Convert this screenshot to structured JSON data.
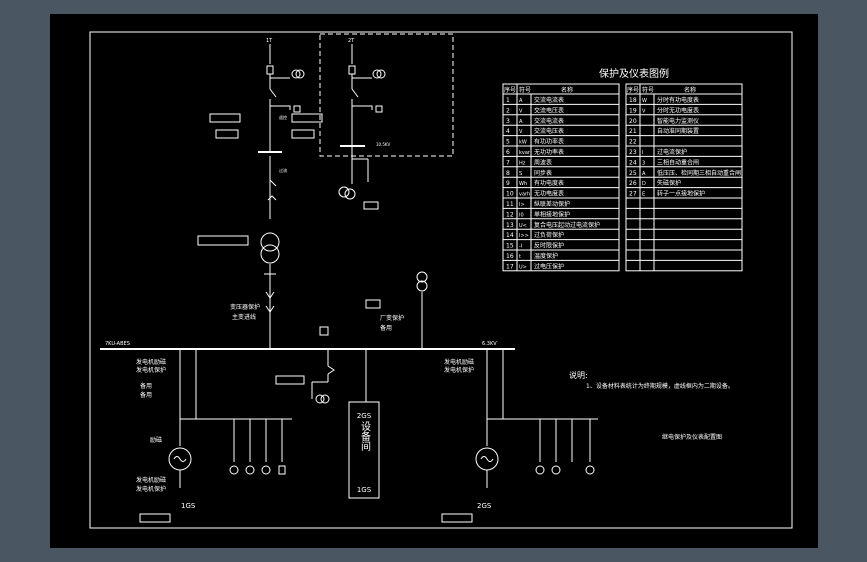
{
  "top_labels": {
    "left_bus": "1T",
    "right_bus": "2T",
    "right_voltage": "10.5KV"
  },
  "bus": {
    "left_label": "7KU-ABES",
    "right_label": "6.3KV"
  },
  "units": {
    "left": "1GS",
    "right": "2GS"
  },
  "panel": {
    "title": "设备间",
    "top": "2GS",
    "bottom": "1GS"
  },
  "annotations": {
    "transformer_protection": "变压器保护",
    "main_incoming": "主变进线",
    "station_protection": "厂变保护",
    "spare": "备用",
    "gen_excite_1": "发电机励磁",
    "gen_excite_2": "发电机保护",
    "spare_a": "备用",
    "spare_b": "备用",
    "excitation": "励磁",
    "gen_bottom_1": "发电机励磁",
    "gen_bottom_2": "发电机保护"
  },
  "legend": {
    "title": "保护及仪表图例",
    "col_no": "序号",
    "col_sym": "符号",
    "col_name": "名称",
    "left": [
      {
        "no": "1",
        "sym": "A",
        "name": "交流电流表"
      },
      {
        "no": "2",
        "sym": "V",
        "name": "交流电压表"
      },
      {
        "no": "3",
        "sym": "A",
        "name": "交流电流表"
      },
      {
        "no": "4",
        "sym": "V",
        "name": "交流电压表"
      },
      {
        "no": "5",
        "sym": "kW",
        "name": "有功功率表"
      },
      {
        "no": "6",
        "sym": "kvar",
        "name": "无功功率表"
      },
      {
        "no": "7",
        "sym": "Hz",
        "name": "周波表"
      },
      {
        "no": "8",
        "sym": "S",
        "name": "同步表"
      },
      {
        "no": "9",
        "sym": "Wh",
        "name": "有功电度表"
      },
      {
        "no": "10",
        "sym": "varh",
        "name": "无功电度表"
      },
      {
        "no": "11",
        "sym": "I>",
        "name": "纵联差动保护"
      },
      {
        "no": "12",
        "sym": "I0",
        "name": "单相接地保护"
      },
      {
        "no": "13",
        "sym": "U<",
        "name": "复合电压起动过电流保护"
      },
      {
        "no": "14",
        "sym": "I>>",
        "name": "过负荷保护"
      },
      {
        "no": "15",
        "sym": "-I",
        "name": "反时限保护"
      },
      {
        "no": "16",
        "sym": "t",
        "name": "温度保护"
      },
      {
        "no": "17",
        "sym": "U>",
        "name": "过电压保护"
      }
    ],
    "right": [
      {
        "no": "18",
        "sym": "W",
        "name": "分时有功电度表"
      },
      {
        "no": "19",
        "sym": "V",
        "name": "分时无功电度表"
      },
      {
        "no": "20",
        "sym": "",
        "name": "智能电力监测仪"
      },
      {
        "no": "21",
        "sym": "",
        "name": "自动准同期装置"
      },
      {
        "no": "22",
        "sym": "",
        "name": ""
      },
      {
        "no": "23",
        "sym": "I",
        "name": "过电流保护"
      },
      {
        "no": "24",
        "sym": "3",
        "name": "三相自动重合闸"
      },
      {
        "no": "25",
        "sym": "A",
        "name": "低压压、检同期三相自动重合闸"
      },
      {
        "no": "26",
        "sym": "D",
        "name": "失磁保护"
      },
      {
        "no": "27",
        "sym": "E",
        "name": "转子一点接地保护"
      },
      {
        "no": "",
        "sym": "",
        "name": ""
      },
      {
        "no": "",
        "sym": "",
        "name": ""
      },
      {
        "no": "",
        "sym": "",
        "name": ""
      },
      {
        "no": "",
        "sym": "",
        "name": ""
      },
      {
        "no": "",
        "sym": "",
        "name": ""
      },
      {
        "no": "",
        "sym": "",
        "name": ""
      },
      {
        "no": "",
        "sym": "",
        "name": ""
      }
    ]
  },
  "notes": {
    "heading": "说明:",
    "line1": "1、设备材料表统计为终期规模，虚线框内为二期设备。"
  },
  "drawing_title": "继电保护及仪表配置图"
}
